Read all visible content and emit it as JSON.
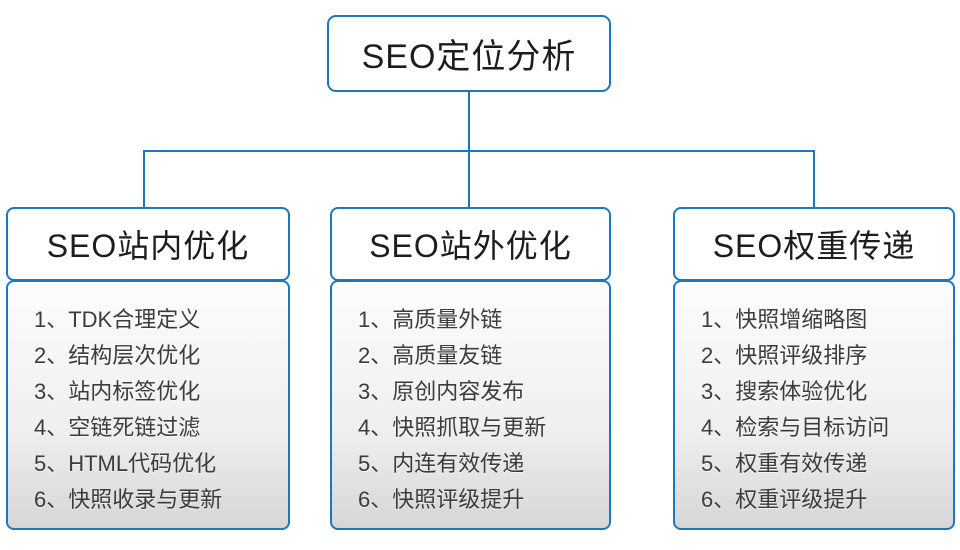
{
  "title_box": {
    "label": "SEO定位分析"
  },
  "columns": [
    {
      "title": "SEO站内优化",
      "items": [
        "1、TDK合理定义",
        "2、结构层次优化",
        "3、站内标签优化",
        "4、空链死链过滤",
        "5、HTML代码优化",
        "6、快照收录与更新"
      ]
    },
    {
      "title": "SEO站外优化",
      "items": [
        "1、高质量外链",
        "2、高质量友链",
        "3、原创内容发布",
        "4、快照抓取与更新",
        "5、内连有效传递",
        "6、快照评级提升"
      ]
    },
    {
      "title": "SEO权重传递",
      "items": [
        "1、快照增缩略图",
        "2、快照评级排序",
        "3、搜索体验优化",
        "4、检索与目标访问",
        "5、权重有效传递",
        "6、权重评级提升"
      ]
    }
  ],
  "colors": {
    "accent": "#1a77c0",
    "title_text": "#1d1d1d",
    "item_text": "#3c3c3c",
    "body_gradient_top": "#fdfdfd",
    "body_gradient_bottom": "#d6d6d6"
  }
}
